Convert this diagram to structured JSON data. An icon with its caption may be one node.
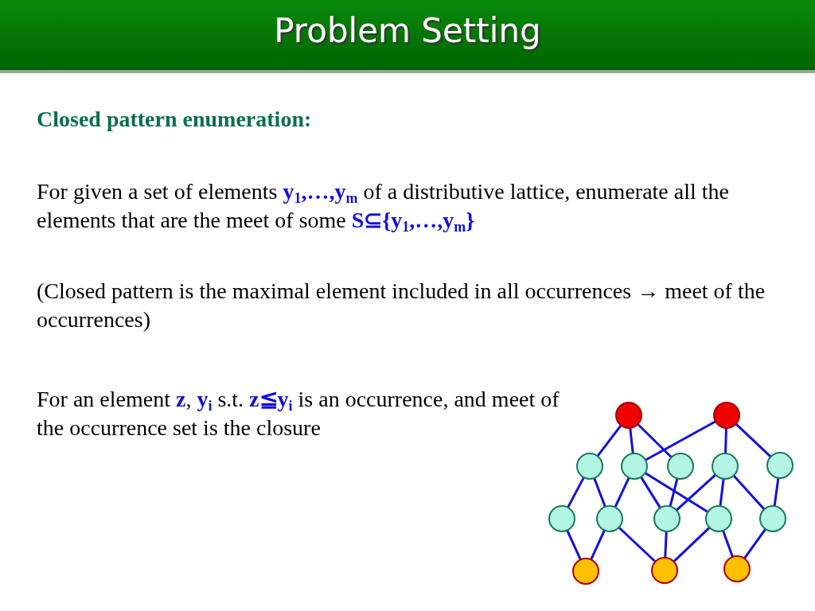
{
  "diagram": {
    "title": "Problem Setting",
    "nodes": [
      {
        "text": [],
        "shape": "circle"
      },
      {
        "text": [],
        "shape": "circle"
      },
      {
        "text": [],
        "shape": "circle"
      },
      {
        "text": [],
        "shape": "circle"
      },
      {
        "text": [],
        "shape": "circle"
      },
      {
        "text": [],
        "shape": "circle"
      },
      {
        "text": [],
        "shape": "circle"
      },
      {
        "text": [],
        "shape": "circle"
      },
      {
        "text": [],
        "shape": "circle"
      },
      {
        "text": [],
        "shape": "circle"
      },
      {
        "text": [],
        "shape": "circle"
      },
      {
        "text": [],
        "shape": "circle"
      },
      {
        "text": [],
        "shape": "circle"
      },
      {
        "text": [],
        "shape": "circle"
      },
      {
        "text": [],
        "shape": "circle"
      }
    ],
    "edges": [
      {
        "from": 0,
        "to": 2,
        "arrow": "none"
      },
      {
        "from": 0,
        "to": 3,
        "arrow": "none"
      },
      {
        "from": 0,
        "to": 4,
        "arrow": "none"
      },
      {
        "from": 1,
        "to": 3,
        "arrow": "none"
      },
      {
        "from": 1,
        "to": 5,
        "arrow": "none"
      },
      {
        "from": 1,
        "to": 6,
        "arrow": "none"
      },
      {
        "from": 2,
        "to": 7,
        "arrow": "none"
      },
      {
        "from": 2,
        "to": 8,
        "arrow": "none"
      },
      {
        "from": 3,
        "to": 8,
        "arrow": "none"
      },
      {
        "from": 3,
        "to": 9,
        "arrow": "none"
      },
      {
        "from": 3,
        "to": 10,
        "arrow": "none"
      },
      {
        "from": 4,
        "to": 9,
        "arrow": "none"
      },
      {
        "from": 5,
        "to": 9,
        "arrow": "none"
      },
      {
        "from": 5,
        "to": 10,
        "arrow": "none"
      },
      {
        "from": 5,
        "to": 11,
        "arrow": "none"
      },
      {
        "from": 6,
        "to": 11,
        "arrow": "none"
      },
      {
        "from": 7,
        "to": 12,
        "arrow": "none"
      },
      {
        "from": 8,
        "to": 12,
        "arrow": "none"
      },
      {
        "from": 8,
        "to": 13,
        "arrow": "none"
      },
      {
        "from": 9,
        "to": 13,
        "arrow": "none"
      },
      {
        "from": 10,
        "to": 13,
        "arrow": "none"
      },
      {
        "from": 10,
        "to": 14,
        "arrow": "none"
      },
      {
        "from": 11,
        "to": 14,
        "arrow": "none"
      }
    ],
    "labels": [
      "Closed pattern enumeration:",
      "For given a set of elements **y$_{1}$,…,y$_{m}$** of a distributive lattice, enumerate all the elements that are the meet of some **S⊆{y$_{1}$,…,y$_{m}$}**",
      "(Closed pattern is the maximal element included in all occurrences → meet of the occurrences)",
      "For an element **z**,  **y$_{i}$** s.t. **z≦y$_{i}$** is an occurrence, and meet of the occurrence set is the closure"
    ]
  }
}
